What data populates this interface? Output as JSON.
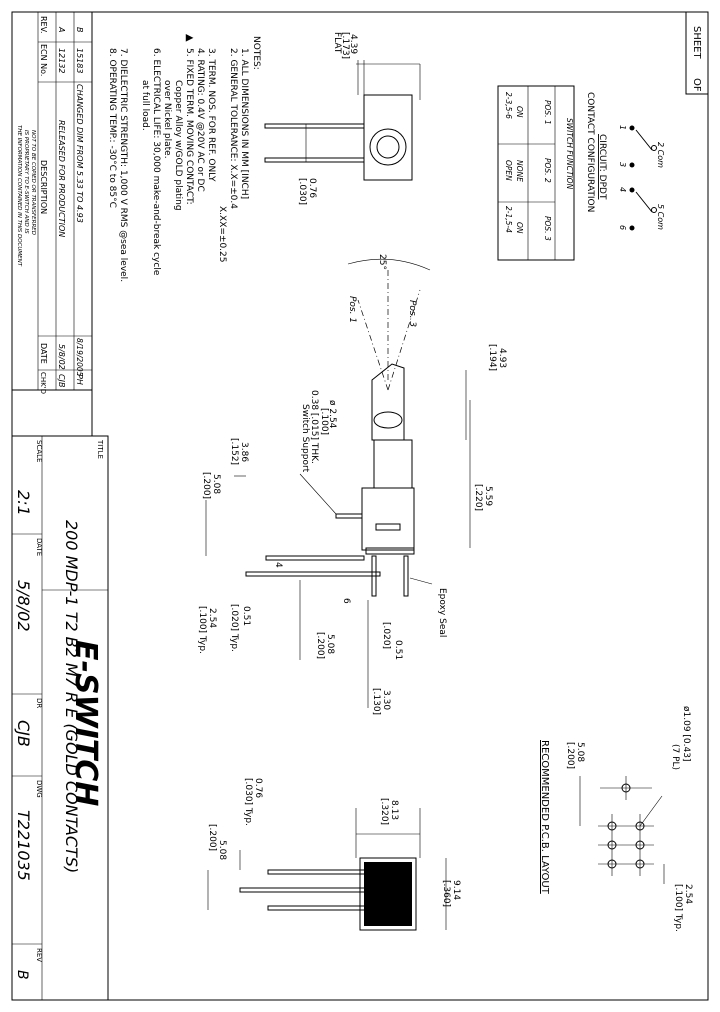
{
  "sheet": {
    "label": "SHEET",
    "of": "OF"
  },
  "revisions": {
    "headers": {
      "rev": "REV.",
      "ecn": "ECN No.",
      "desc": "DESCRIPTION",
      "date": "DATE",
      "chkd": "CHK'D"
    },
    "rows": [
      {
        "rev": "B",
        "ecn": "15183",
        "desc": "CHANGED DIM FROM 5.33 TO 4.93",
        "date": "8/19/2005",
        "chkd": "PH"
      },
      {
        "rev": "A",
        "ecn": "12132",
        "desc": "RELEASED FOR PRODUCTION",
        "date": "5/8/02",
        "chkd": "CJB"
      }
    ],
    "confidential": [
      "THE INFORMATION CONTAINED IN THIS DOCUMENT",
      "IS PROPRIETARY TO E-SWITCH AND IS",
      "NOT TO BE COPIED OR TRANSFERRED"
    ]
  },
  "notes": {
    "title": "NOTES:",
    "lines": [
      "1. ALL DIMENSIONS IN MM [INCH]",
      "2. GENERAL TOLERANCE: X.X=±0.4",
      "X.XX=±0.25",
      "3. TERM. NOS. FOR REF. ONLY",
      "4. RATING: 0.4V @20V AC or DC",
      "5. FIXED TERM. MOVING CONTACT:",
      "Copper Alloy w/GOLD plating",
      "over Nickel plate.",
      "6. ELECTRICAL LIFE: 30,000 make-and-break cycle",
      "at full load.",
      "7. DIELECTRIC STRENGTH: 1,000 V RMS @sea level.",
      "8. OPERATING TEMP.: -30°C to 85°C"
    ]
  },
  "circuit": {
    "title": "CIRCUIT: DPDT",
    "subtitle": "CONTACT CONFIGURATION",
    "header": "SWITCH FUNCTION",
    "cols": [
      "POS. 1",
      "POS. 2",
      "POS. 3"
    ],
    "row1": [
      "ON",
      "NONE",
      "ON"
    ],
    "row2": [
      "2-3,5-6",
      "OPEN",
      "2-1,5-4"
    ],
    "labels": {
      "c2": "2 Com",
      "c5": "5 Com",
      "n1": "1",
      "n3": "3",
      "n4": "4",
      "n6": "6"
    }
  },
  "dims": {
    "flat": [
      "4.39",
      "[.173]",
      "FLAT"
    ],
    "d076a": [
      "0.76",
      "[.030]"
    ],
    "angle": "25°",
    "pos1": "Pos. 1",
    "pos3": "Pos. 3",
    "d493": [
      "4.93",
      "[.194]"
    ],
    "dia": [
      "ø 2.54",
      "[.100]"
    ],
    "thk": [
      "0.38 [.015] THK.",
      "Switch Support"
    ],
    "d386": [
      "3.86",
      "[.152]"
    ],
    "d508a": [
      "5.08",
      "[.200]"
    ],
    "d559": [
      "5.59",
      "[.220]"
    ],
    "epoxy": "Epoxy Seal",
    "four": "4",
    "six": "6",
    "d051a": [
      "0.51",
      "[.020] Typ."
    ],
    "d254a": [
      "2.54",
      "[.100] Typ."
    ],
    "d051b": [
      "0.51",
      "[.020]"
    ],
    "d508b": [
      "5.08",
      "[.200]"
    ],
    "d330": [
      "3.30",
      "[.130]"
    ],
    "d076b": [
      "0.76",
      "[.030] Typ."
    ],
    "d508c": [
      "5.08",
      "[.200]"
    ],
    "d813": [
      "8.13",
      "[.320]"
    ],
    "d914": [
      "9.14",
      "[.360]"
    ]
  },
  "pcb": {
    "title": "RECOMMENDED P.C.B. LAYOUT",
    "hole": [
      "ø1.09 [0.43]",
      "(7 PL)"
    ],
    "d508": [
      "5.08",
      "[.200]"
    ],
    "d254": [
      "2.54",
      "[.100] Typ."
    ]
  },
  "titleblock": {
    "title_label": "TITLE",
    "title": "200 MDP-1 T2 B2 M7 R E (GOLD CONTACTS)",
    "logo": "E-SWITCH",
    "scale_label": "SCALE",
    "scale": "2:1",
    "date_label": "DATE",
    "date": "5/8/02",
    "dr_label": "DR",
    "dr": "CJB",
    "dwg_label": "DWG",
    "dwg": "T221035",
    "rev_label": "REV",
    "rev": "B"
  }
}
